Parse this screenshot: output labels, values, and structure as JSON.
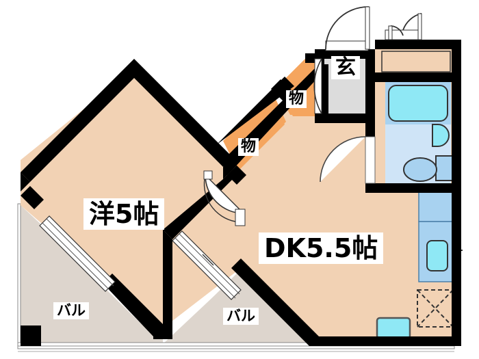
{
  "plan": {
    "title": "Apartment Floor Plan",
    "rooms": [
      {
        "id": "washitsu",
        "label": "洋5帖",
        "type": "western-room",
        "size_jo": 5
      },
      {
        "id": "dk",
        "label": "DK5.5帖",
        "type": "dining-kitchen",
        "size_jo": 5.5
      },
      {
        "id": "genkan",
        "label": "玄",
        "type": "entrance"
      },
      {
        "id": "storage_upper",
        "label": "物",
        "type": "closet"
      },
      {
        "id": "storage_lower",
        "label": "物",
        "type": "closet"
      },
      {
        "id": "balcony_left",
        "label": "バル",
        "type": "balcony"
      },
      {
        "id": "balcony_right",
        "label": "バル",
        "type": "balcony"
      }
    ],
    "fixtures": [
      {
        "id": "bathtub",
        "name": "bathtub"
      },
      {
        "id": "vanity-sink",
        "name": "vanity-sink"
      },
      {
        "id": "toilet",
        "name": "toilet"
      },
      {
        "id": "kitchen-sink",
        "name": "kitchen-sink"
      },
      {
        "id": "kitchen-counter",
        "name": "kitchen-counter"
      },
      {
        "id": "appliance-space",
        "name": "washing-machine-space"
      },
      {
        "id": "stove",
        "name": "stove-unit"
      },
      {
        "id": "shoe-cabinet",
        "name": "shoe-cabinet"
      }
    ],
    "openings": [
      {
        "id": "entrance-door",
        "name": "entrance-door"
      },
      {
        "id": "bath-door",
        "name": "bathroom-door"
      },
      {
        "id": "closet-door",
        "name": "closet-door"
      },
      {
        "id": "top-double-door",
        "name": "double-door"
      },
      {
        "id": "balcony-window-left",
        "name": "balcony-sliding-door"
      },
      {
        "id": "balcony-window-right",
        "name": "balcony-sliding-door"
      },
      {
        "id": "kitchen-window",
        "name": "kitchen-window"
      }
    ],
    "colors": {
      "room_fill": "#F2D2B4",
      "closet_fill": "#F5A55E",
      "balcony_fill": "#DDD5CD",
      "genkan_fill": "#DCDCDC",
      "wall": "#000000",
      "water_light": "#CFE4F7",
      "water_mid": "#A8D2F0",
      "water_bright": "#8FE8F5",
      "counter_fill": "#A8D2F0",
      "white": "#FFFFFF"
    }
  },
  "labels": {
    "washitsu": "洋5帖",
    "dk": "DK5.5帖",
    "genkan": "玄",
    "storage_upper": "物",
    "storage_lower": "物",
    "balcony_left": "バル",
    "balcony_right": "バル"
  }
}
